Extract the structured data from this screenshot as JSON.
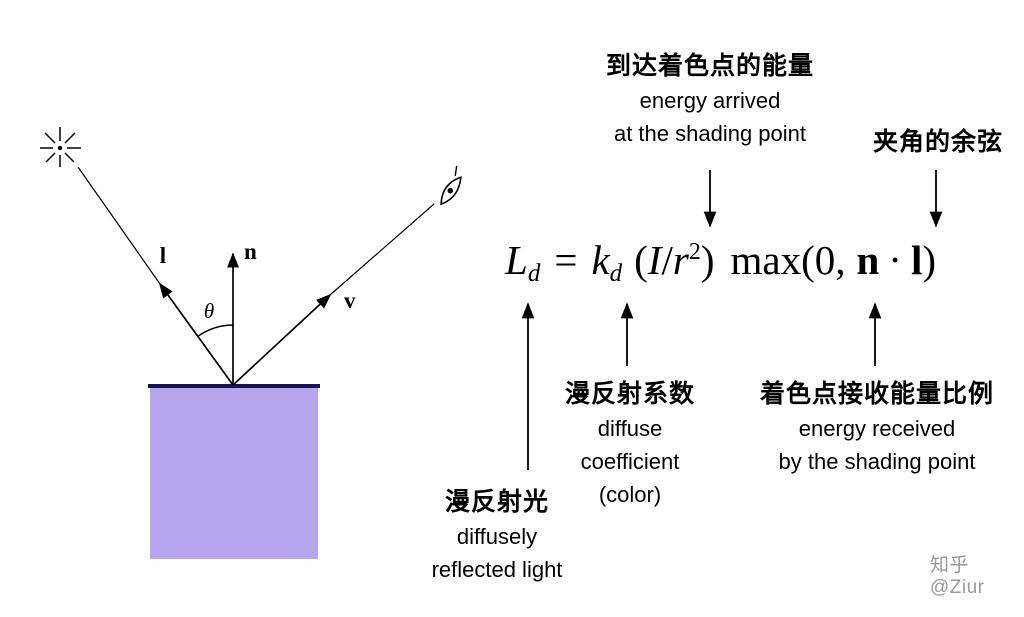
{
  "diagram": {
    "light_label": "l",
    "normal_label": "n",
    "view_label": "v",
    "angle_label": "θ"
  },
  "formula": {
    "lhs": "L",
    "lhs_sub": "d",
    "equals": "=",
    "coeff": "k",
    "coeff_sub": "d",
    "open": "(",
    "intensity": "I",
    "slash": "/",
    "radius": "r",
    "radius_sup": "2",
    "close": ")",
    "max_open": "max(0,",
    "n_vec": "n",
    "dot": "·",
    "l_vec": "l",
    "max_close": ")"
  },
  "annotations": {
    "energy_arrived": {
      "zh": "到达着色点的能量",
      "en_line1": "energy arrived",
      "en_line2": "at the shading point"
    },
    "cosine": {
      "zh": "夹角的余弦"
    },
    "diffuse_light": {
      "zh": "漫反射光",
      "en_line1": "diffusely",
      "en_line2": "reflected light"
    },
    "diffuse_coefficient": {
      "zh": "漫反射系数",
      "en_line1": "diffuse",
      "en_line2": "coefficient",
      "en_line3": "(color)"
    },
    "energy_received": {
      "zh": "着色点接收能量比例",
      "en_line1": "energy received",
      "en_line2": "by the shading point"
    }
  },
  "watermark": "知乎 @Ziur",
  "colors": {
    "surface_fill": "#b7a5ee",
    "surface_top": "#16154d",
    "ink": "#000000",
    "watermark": "#999999"
  }
}
